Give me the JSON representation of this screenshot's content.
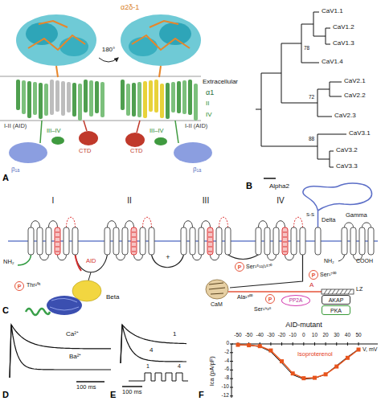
{
  "diagram": {
    "nodes": [
      {
        "text": [
          "P"
        ]
      },
      {
        "text": [
          "P"
        ]
      },
      {
        "text": [
          "P"
        ]
      },
      {
        "text": [
          "P"
        ]
      },
      {
        "text": [
          "PP2A"
        ]
      },
      {
        "text": [
          "AKAP"
        ]
      },
      {
        "text": [
          "PKA"
        ]
      }
    ],
    "labels": [
      "α2δ-1",
      "180°",
      "Extracellular",
      "α1",
      "II",
      "IV",
      "I-II (AID)",
      "III–IV",
      "CTD",
      "β₁ₐ",
      "I-II (AID)",
      "III–IV",
      "CTD",
      "β₁ₐ",
      "A",
      "CaV1.1",
      "CaV1.2",
      "CaV1.3",
      "CaV1.4",
      "CaV2.1",
      "CaV2.2",
      "CaV2.3",
      "CaV3.1",
      "CaV3.2",
      "CaV3.3",
      "78",
      "72",
      "88",
      "B",
      "I",
      "II",
      "III",
      "IV",
      "Alpha2",
      "S-S",
      "Delta",
      "Gamma",
      "NH₂",
      "+",
      "AID",
      "Thr²⁰⁵",
      "Beta",
      "CaM",
      "Ser¹⁵¹²/¹⁵⁷⁰",
      "Ser¹⁷⁰⁰",
      "A",
      "Ala¹⁸⁰⁰",
      "Ser¹⁹²⁸",
      "NH₂",
      "COOH",
      "LZ",
      "C",
      "Ca²⁺",
      "Ba²⁺",
      "100 ms",
      "D",
      "1",
      "4",
      "1",
      "4",
      "100 ms",
      "E",
      "AID-mutant",
      "-50",
      "-50",
      "-40",
      "-30",
      "-20",
      "-10",
      "0",
      "10",
      "20",
      "30",
      "40",
      "50",
      "V, mV",
      "0",
      "-2",
      "-4",
      "-6",
      "-8",
      "-10",
      "-12",
      "Ica (pA/pF)",
      "Isoproterenol",
      "F"
    ]
  }
}
